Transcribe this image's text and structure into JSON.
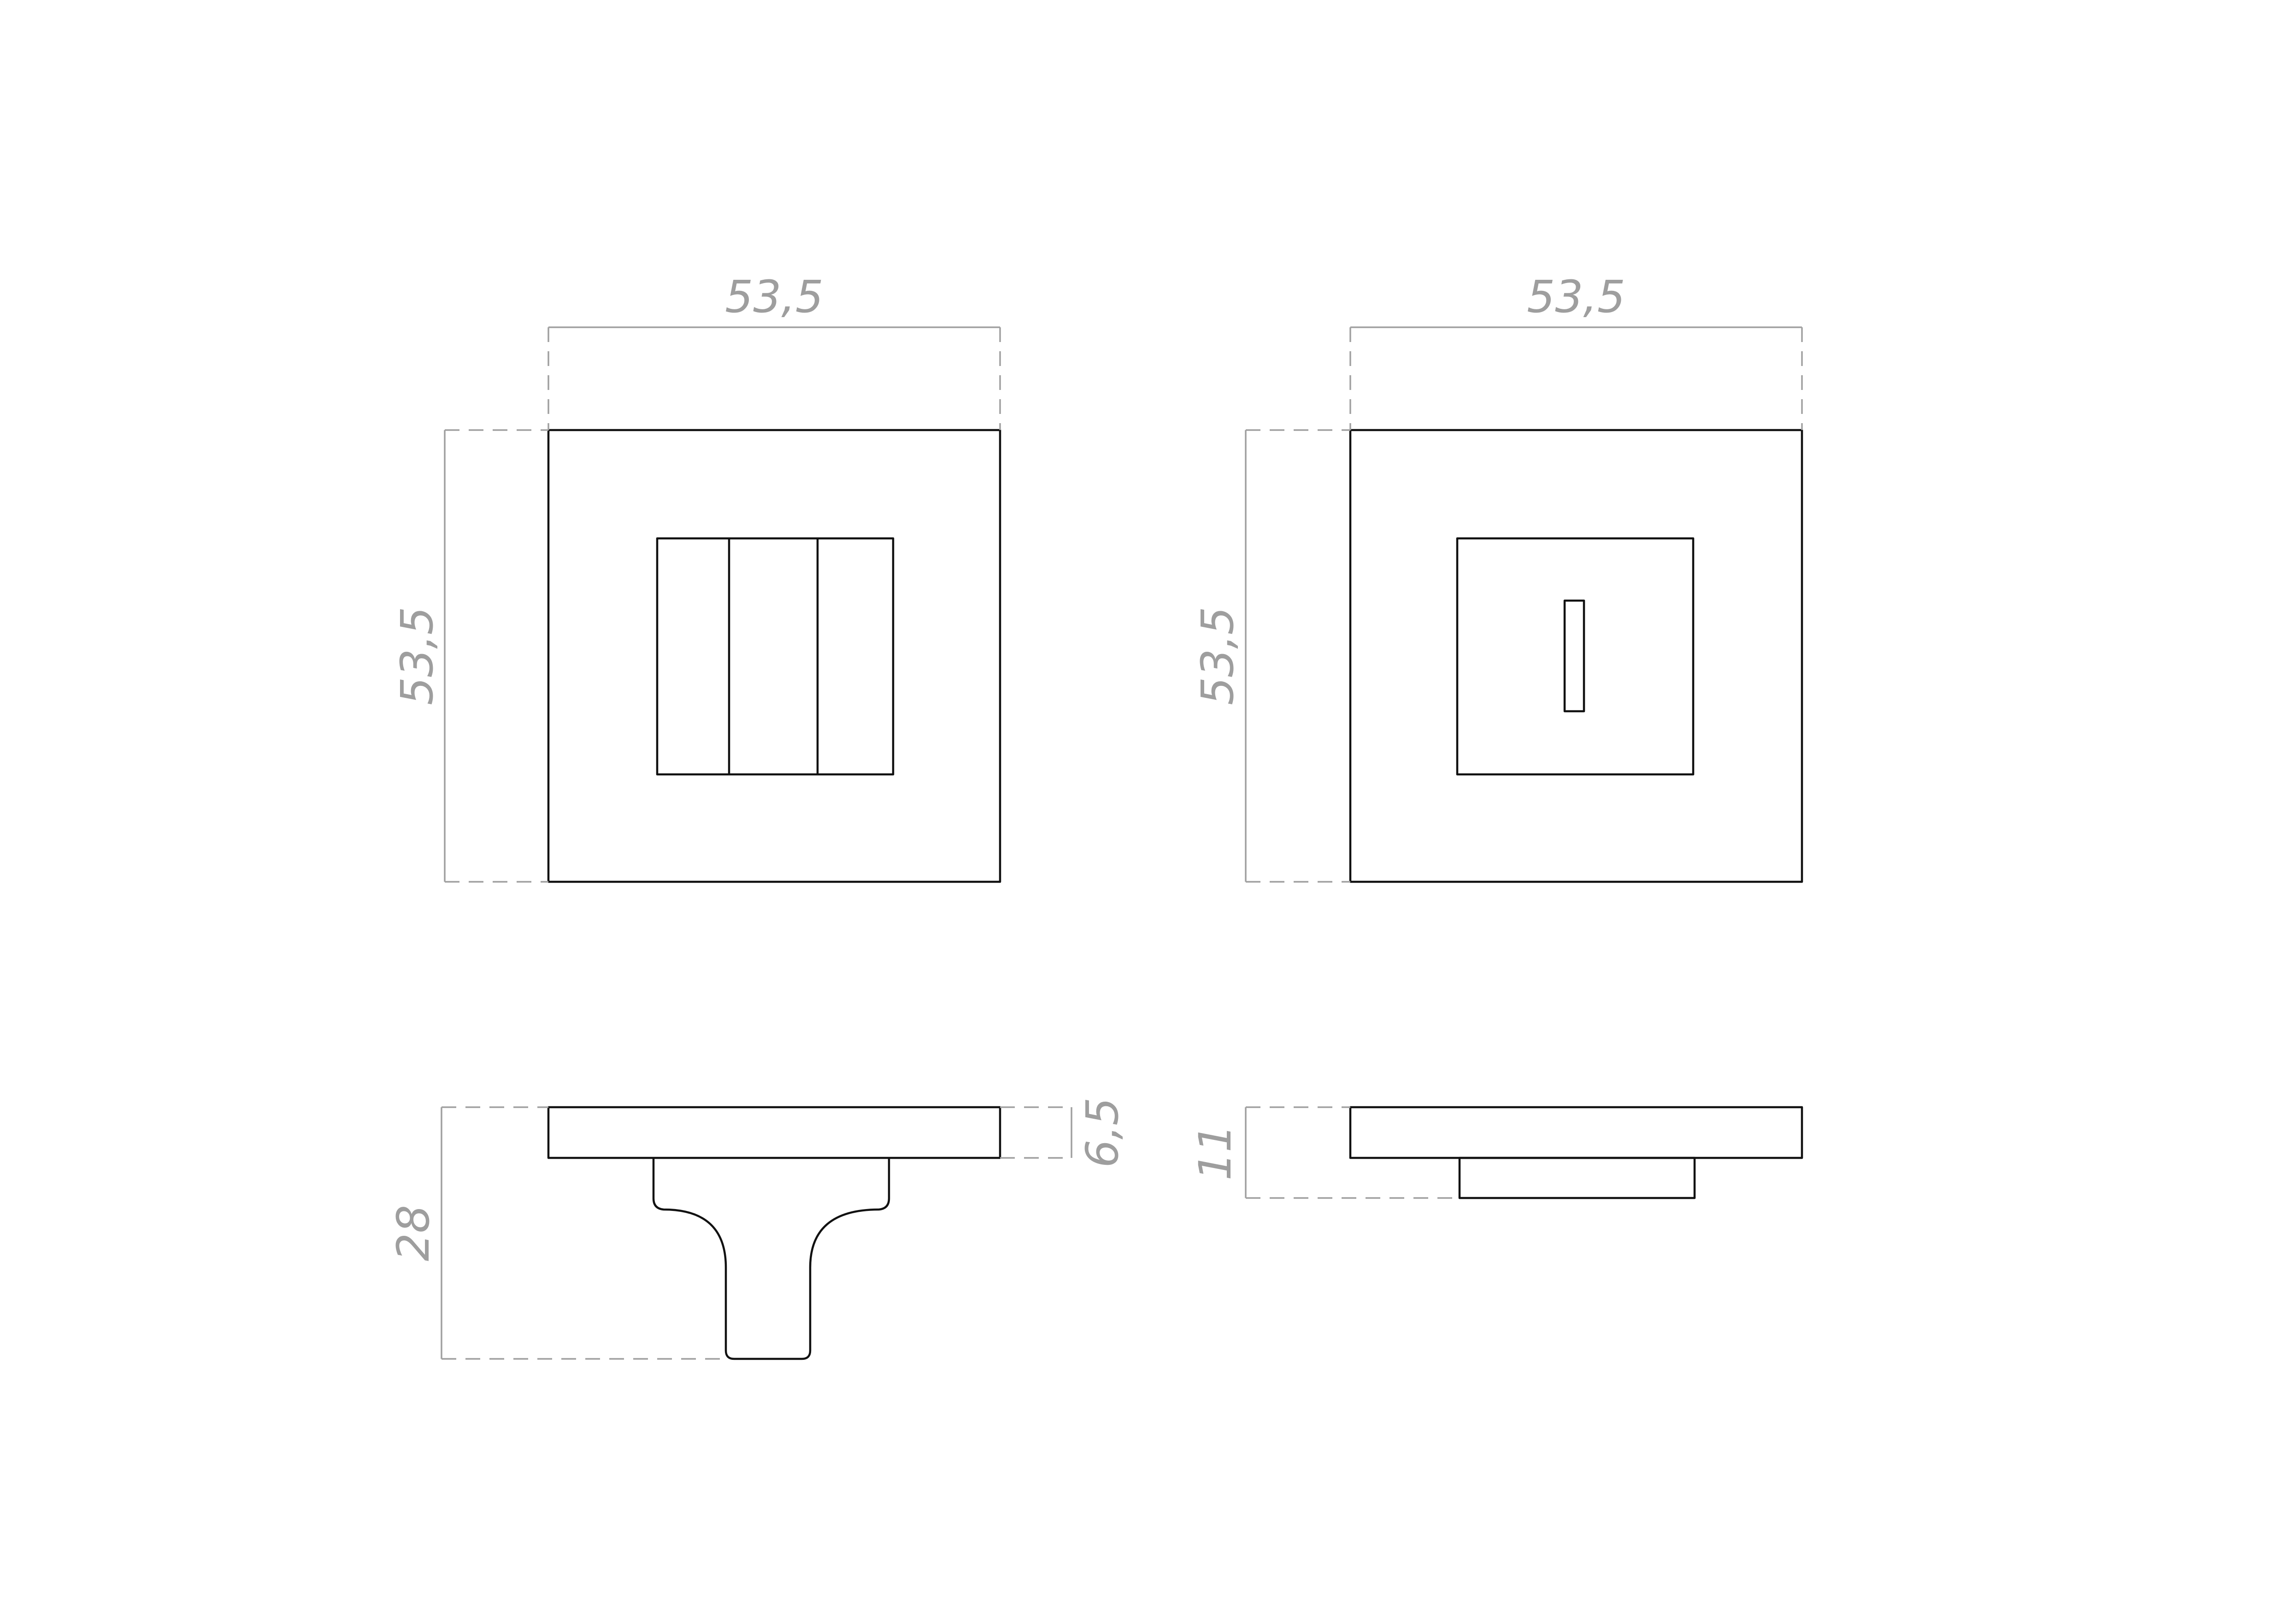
{
  "views": {
    "front_left": {
      "width_label": "53,5",
      "height_label": "53,5"
    },
    "front_right": {
      "width_label": "53,5",
      "height_label": "53,5"
    },
    "side_left": {
      "total_depth_label": "28",
      "rose_thickness_label": "6,5"
    },
    "side_right": {
      "total_depth_label": "11"
    }
  },
  "colors": {
    "outline": "#111111",
    "dimension": "#a0a0a0"
  }
}
